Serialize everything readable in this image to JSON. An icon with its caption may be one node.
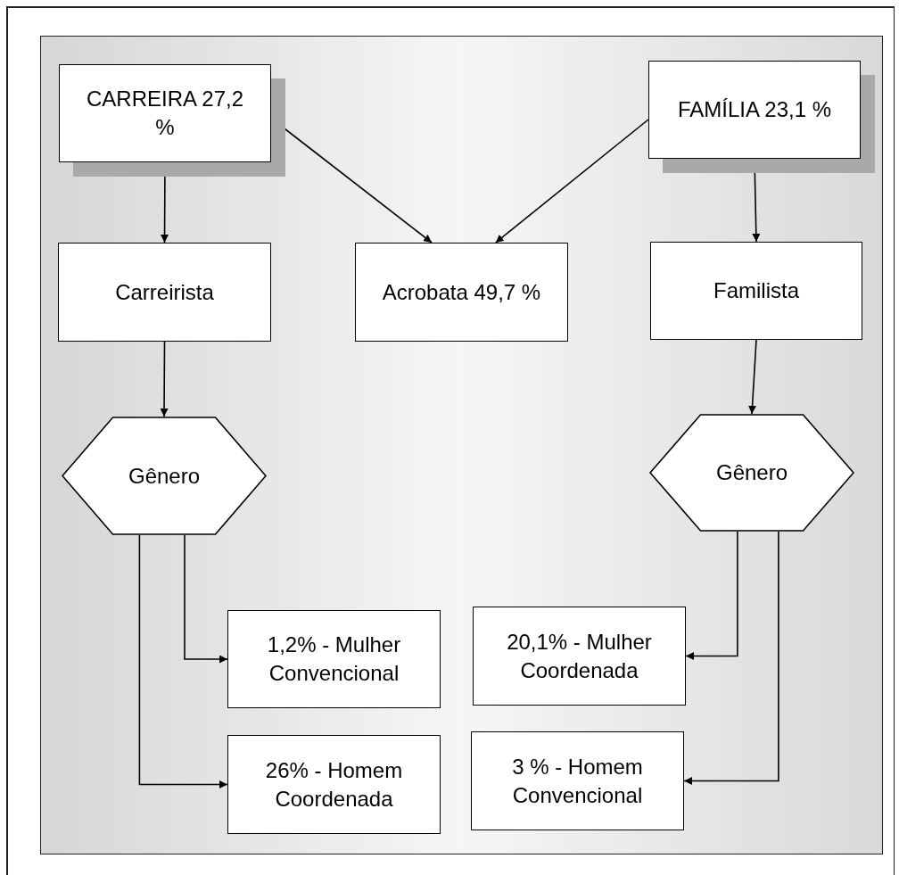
{
  "diagram": {
    "nodes": [
      {
        "text": [
          "CARREIRA 27,2 %"
        ]
      },
      {
        "text": [
          "FAMÍLIA 23,1 %"
        ]
      },
      {
        "text": [
          "Carreirista"
        ]
      },
      {
        "text": [
          "Acrobata 49,7 %"
        ]
      },
      {
        "text": [
          "Familista"
        ]
      },
      {
        "text": [
          "Gênero"
        ]
      },
      {
        "text": [
          "Gênero"
        ]
      },
      {
        "text": [
          "1,2% - Mulher Convencional"
        ]
      },
      {
        "text": [
          "26% - Homem Coordenada"
        ]
      },
      {
        "text": [
          "20,1% - Mulher Coordenada"
        ]
      },
      {
        "text": [
          "3 % - Homem Convencional"
        ]
      }
    ],
    "edges": [
      {
        "from": 0,
        "to": 2,
        "arrow": "to"
      },
      {
        "from": 0,
        "to": 3,
        "arrow": "to"
      },
      {
        "from": 1,
        "to": 3,
        "arrow": "to"
      },
      {
        "from": 1,
        "to": 4,
        "arrow": "to"
      },
      {
        "from": 2,
        "to": 5,
        "arrow": "to"
      },
      {
        "from": 4,
        "to": 6,
        "arrow": "to"
      },
      {
        "from": 5,
        "to": 7,
        "arrow": "to"
      },
      {
        "from": 5,
        "to": 8,
        "arrow": "to"
      },
      {
        "from": 6,
        "to": 9,
        "arrow": "to"
      },
      {
        "from": 6,
        "to": 10,
        "arrow": "to"
      }
    ]
  }
}
